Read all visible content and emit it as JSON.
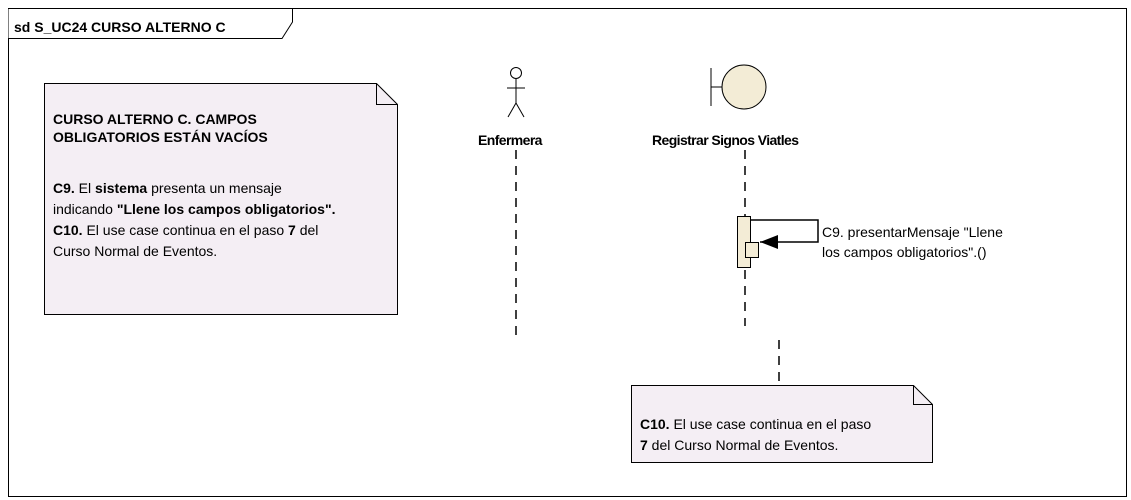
{
  "frame": {
    "title": "sd S_UC24 CURSO ALTERNO C"
  },
  "note_left": {
    "title_line1": "CURSO ALTERNO C. CAMPOS",
    "title_line2": "OBLIGATORIOS ESTÁN VACÍOS",
    "c9_label": "C9.",
    "c9_text_a": " El ",
    "c9_bold_sistema": "sistema",
    "c9_text_b": " presenta un mensaje",
    "c9_text_c": "indicando ",
    "c9_bold_msg": "\"Llene los campos obligatorios\".",
    "c10_label": "C10.",
    "c10_text_a": "  El use case continua en el paso ",
    "c10_bold_7": "7",
    "c10_text_b": " del",
    "c10_text_c": "Curso Normal de Eventos."
  },
  "lifelines": {
    "actor": {
      "name": "Enfermera"
    },
    "boundary": {
      "name": "Registrar Signos Viatles"
    }
  },
  "message": {
    "line1": "C9.  presentarMensaje \"Llene",
    "line2": "los campos obligatorios\".()"
  },
  "note_bottom": {
    "c10_label": "C10.",
    "text_a": "  El use case continua en el paso",
    "bold_7": "7",
    "text_b": " del Curso Normal de Eventos."
  },
  "colors": {
    "note_fill": "#f4eef4",
    "boundary_fill": "#f3ecd6",
    "activation_fill": "#f3ecd6",
    "line": "#000000"
  }
}
